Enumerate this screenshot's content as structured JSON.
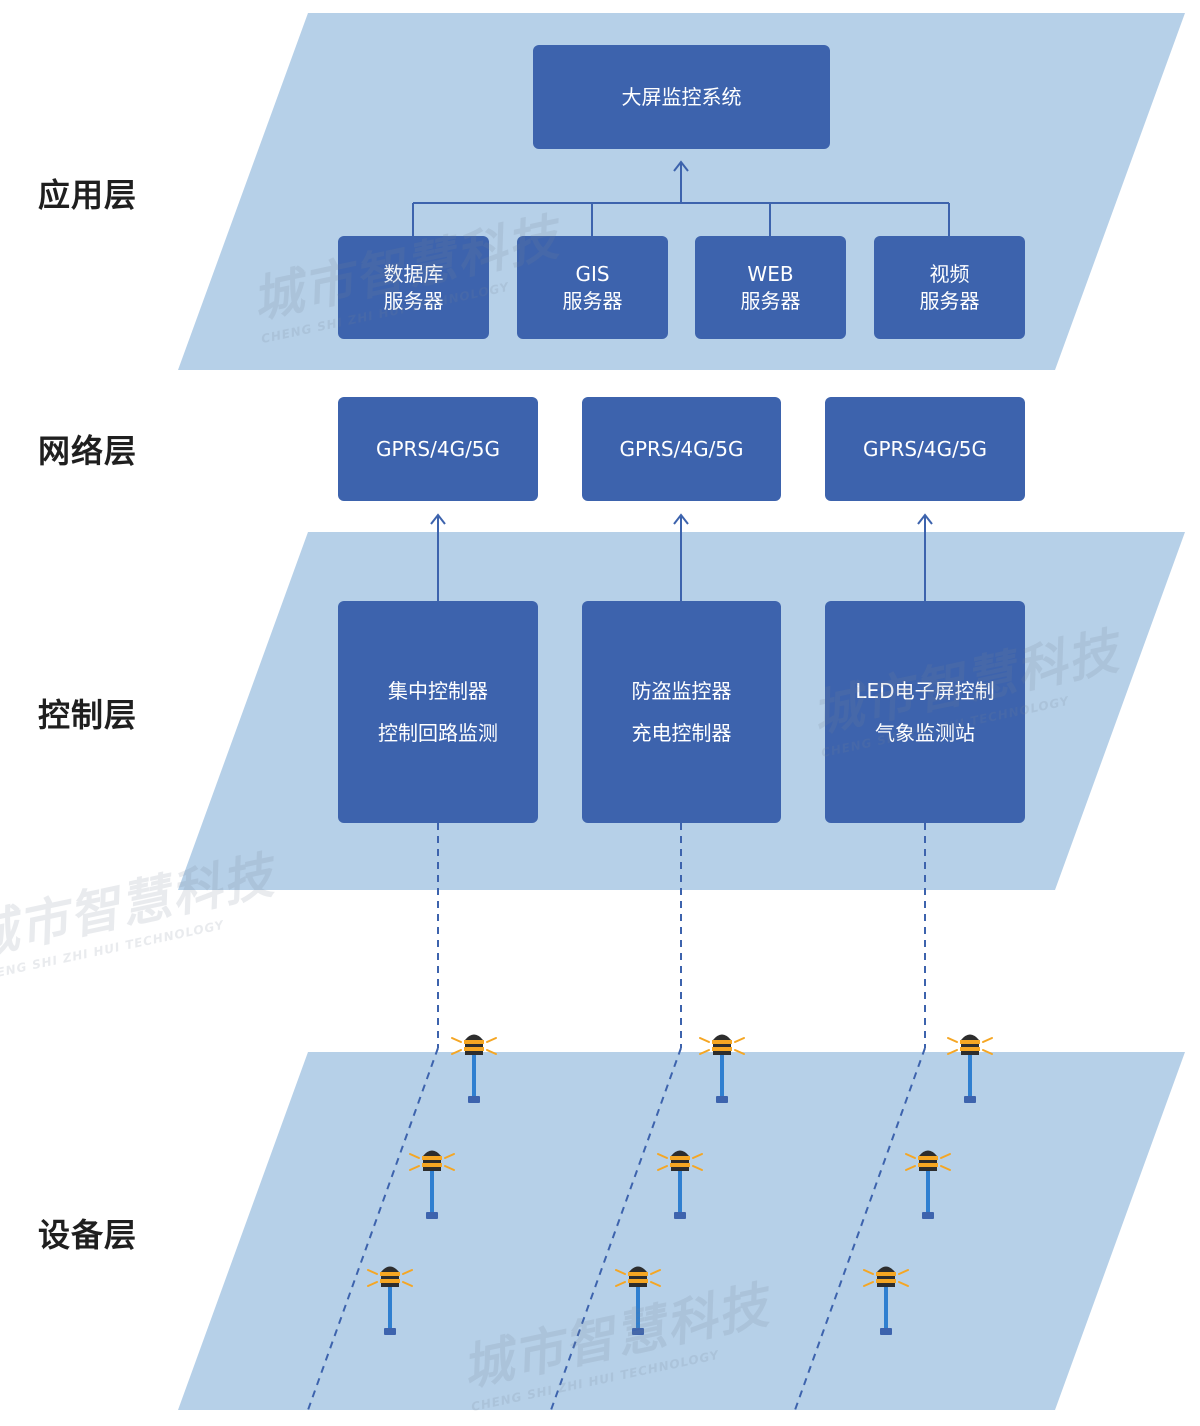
{
  "layers": {
    "application": "应用层",
    "network": "网络层",
    "control": "控制层",
    "device": "设备层"
  },
  "application": {
    "top_system": "大屏监控系统",
    "servers": [
      {
        "line1": "数据库",
        "line2": "服务器"
      },
      {
        "line1": "GIS",
        "line2": "服务器"
      },
      {
        "line1": "WEB",
        "line2": "服务器"
      },
      {
        "line1": "视频",
        "line2": "服务器"
      }
    ]
  },
  "network": {
    "links": [
      "GPRS/4G/5G",
      "GPRS/4G/5G",
      "GPRS/4G/5G"
    ]
  },
  "control": {
    "units": [
      {
        "line1": "集中控制器",
        "line2": "控制回路监测"
      },
      {
        "line1": "防盗监控器",
        "line2": "充电控制器"
      },
      {
        "line1": "LED电子屏控制",
        "line2": "气象监测站"
      }
    ]
  },
  "device": {
    "item_icon": "lamp-post-icon",
    "items_per_column": 3
  },
  "watermark": {
    "main": "城市智慧科技",
    "sub": "CHENG SHI ZHI HUI TECHNOLOGY"
  },
  "colors": {
    "plane": "#b6d0e8",
    "box": "#3d63ad",
    "connector": "#3d63ad",
    "lamp_light": "#f5a623"
  }
}
